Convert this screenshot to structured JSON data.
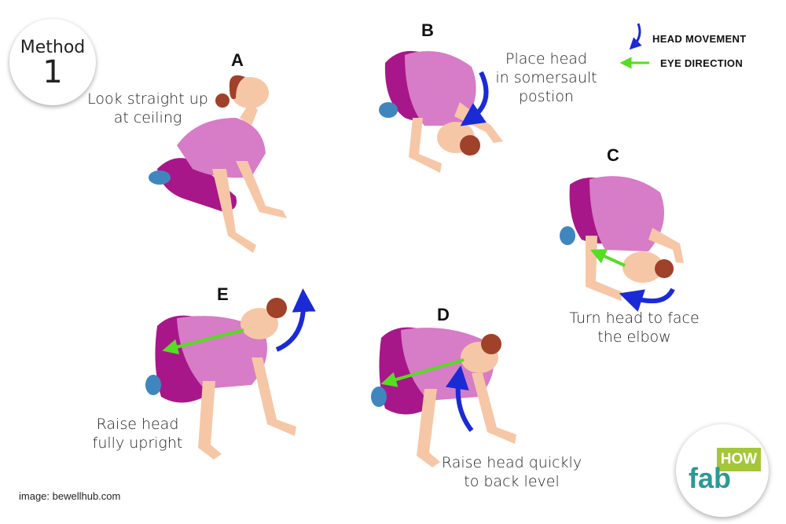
{
  "badge": {
    "label": "Method",
    "number": "1"
  },
  "legend": {
    "head_movement": "HEAD MOVEMENT",
    "eye_direction": "EYE DIRECTION"
  },
  "colors": {
    "skin": "#f6c7a6",
    "shirt": "#d77cc6",
    "pants": "#a8178a",
    "hair": "#a0412a",
    "shoe": "#3f86bf",
    "head_arrow": "#1a2bd6",
    "eye_arrow": "#55dd22"
  },
  "steps": {
    "a": {
      "letter": "A",
      "text": [
        "Look straight up",
        "at ceiling"
      ]
    },
    "b": {
      "letter": "B",
      "text": [
        "Place head",
        "in somersault",
        "postion"
      ]
    },
    "c": {
      "letter": "C",
      "text": [
        "Turn head to face",
        "the elbow"
      ]
    },
    "d": {
      "letter": "D",
      "text": [
        "Raise head quickly",
        "to back level"
      ]
    },
    "e": {
      "letter": "E",
      "text": [
        "Raise head",
        "fully upright"
      ]
    }
  },
  "credit": "image: bewellhub.com",
  "logo": {
    "part1": "fab",
    "part2": "HOW"
  }
}
